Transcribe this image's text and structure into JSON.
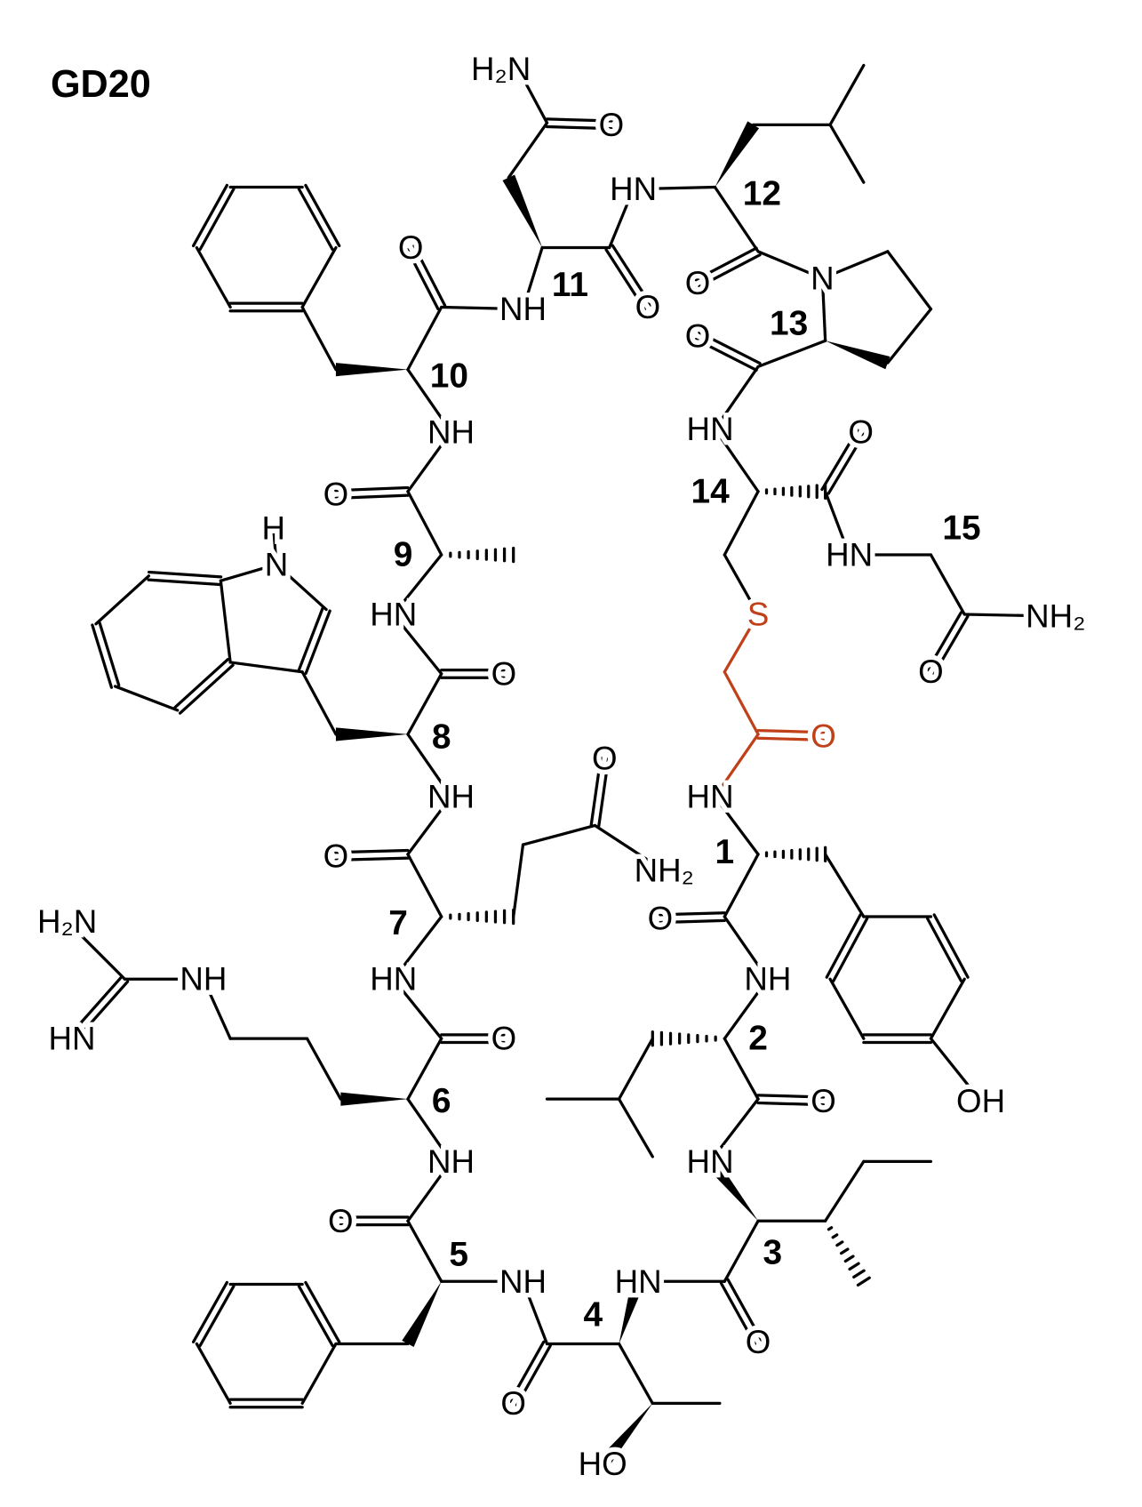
{
  "title": "GD20",
  "colors": {
    "bond": "#000000",
    "linker": "#c0401a"
  },
  "residue_numbers": [
    "1",
    "2",
    "3",
    "4",
    "5",
    "6",
    "7",
    "8",
    "9",
    "10",
    "11",
    "12",
    "13",
    "14",
    "15"
  ],
  "atoms": [
    "H₂N",
    "O",
    "HN",
    "O",
    "NH",
    "O",
    "O",
    "N",
    "O",
    "NH",
    "HN",
    "O",
    "O",
    "H",
    "N",
    "HN",
    "HN",
    "S",
    "NH₂",
    "O",
    "O",
    "O",
    "O",
    "NH",
    "HN",
    "O",
    "NH₂",
    "H₂N",
    "O",
    "NH",
    "HN",
    "NH",
    "HN",
    "O",
    "O",
    "OH",
    "NH",
    "HN",
    "O",
    "NH",
    "HN",
    "O",
    "O",
    "HO"
  ]
}
